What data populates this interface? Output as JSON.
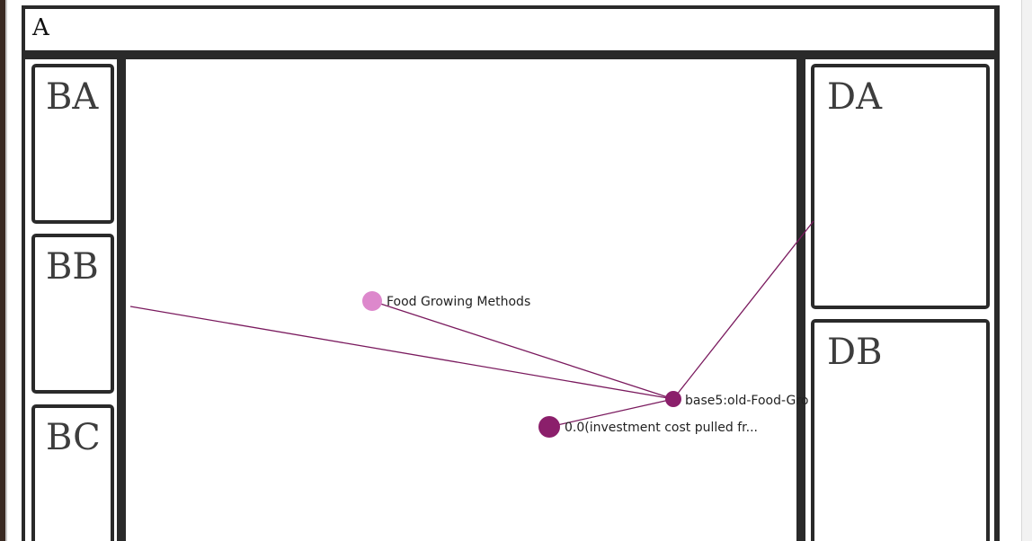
{
  "header": {
    "label": "A"
  },
  "panels": {
    "left": [
      "BA",
      "BB",
      "BC"
    ],
    "right": [
      "DA",
      "DB"
    ]
  },
  "graph": {
    "colors": {
      "edge": "#7a1a5e",
      "hub": "#8b1f6b",
      "topic": "#dd88cc",
      "value": "#8b1f6b"
    },
    "nodes": {
      "topic": {
        "label": "Food Growing Methods",
        "color": "#dd88cc"
      },
      "hub": {
        "label": "base5:old-Food-Gro",
        "color": "#8b1f6b"
      },
      "value": {
        "label": "0.0(investment cost pulled fr...",
        "color": "#8b1f6b"
      }
    }
  }
}
